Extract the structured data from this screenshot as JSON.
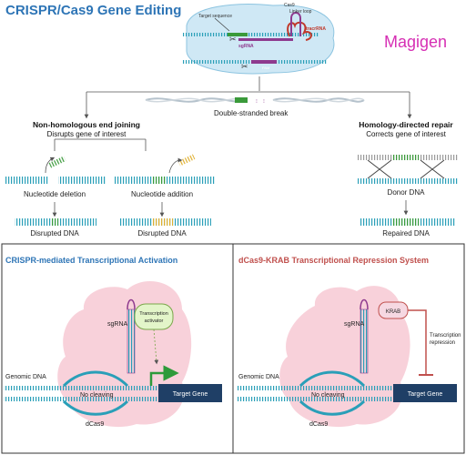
{
  "header": {
    "title": "CRISPR/Cas9 Gene Editing",
    "brand": "Magigen"
  },
  "cas9_complex": {
    "target_sequence": "Target sequence",
    "cas9": "Cas9",
    "linker_loop": "Linker loop",
    "sgrna": "sgRNA",
    "tracrrna": "tracrRNA",
    "pam": "PAM"
  },
  "break": {
    "label": "Double-stranded break"
  },
  "nhej": {
    "title": "Non-homologous end joining",
    "subtitle": "Disrupts gene of interest",
    "deletion_label": "Nucleotide deletion",
    "addition_label": "Nucleotide addition",
    "disrupted_label_1": "Disrupted DNA",
    "disrupted_label_2": "Disrupted DNA"
  },
  "hdr": {
    "title": "Homology-directed repair",
    "subtitle": "Corrects gene of interest",
    "donor_label": "Donor DNA",
    "repaired_label": "Repaired DNA"
  },
  "activation": {
    "title": "CRISPR-mediated Transcriptional Activation",
    "sgrna": "sgRNA",
    "activator_line1": "Transcription",
    "activator_line2": "activator",
    "genomic_dna": "Genomic DNA",
    "no_cleaving": "No cleaving",
    "target_gene": "Target Gene",
    "dcas9": "dCas9"
  },
  "repression": {
    "title": "dCas9-KRAB Transcriptional Repression System",
    "krab": "KRAB",
    "sgrna": "sgRNA",
    "repression_line1": "Transcription",
    "repression_line2": "repression",
    "genomic_dna": "Genomic DNA",
    "no_cleaving": "No cleaving",
    "target_gene": "Target Gene",
    "dcas9": "dCas9"
  },
  "colors": {
    "title_blue": "#2e75b6",
    "brand_magenta": "#d62fb4",
    "activation_blue": "#2e75b6",
    "repression_red": "#c0504d",
    "dna_teal": "#2a9fb8",
    "dna_green": "#3a9a3a",
    "sgrna_purple": "#8e3a8e",
    "tracr_red": "#c0392b",
    "blob_pink": "#f7c9d4",
    "cas9_blue": "#cfe8f5",
    "gene_navy": "#1f3f66"
  }
}
